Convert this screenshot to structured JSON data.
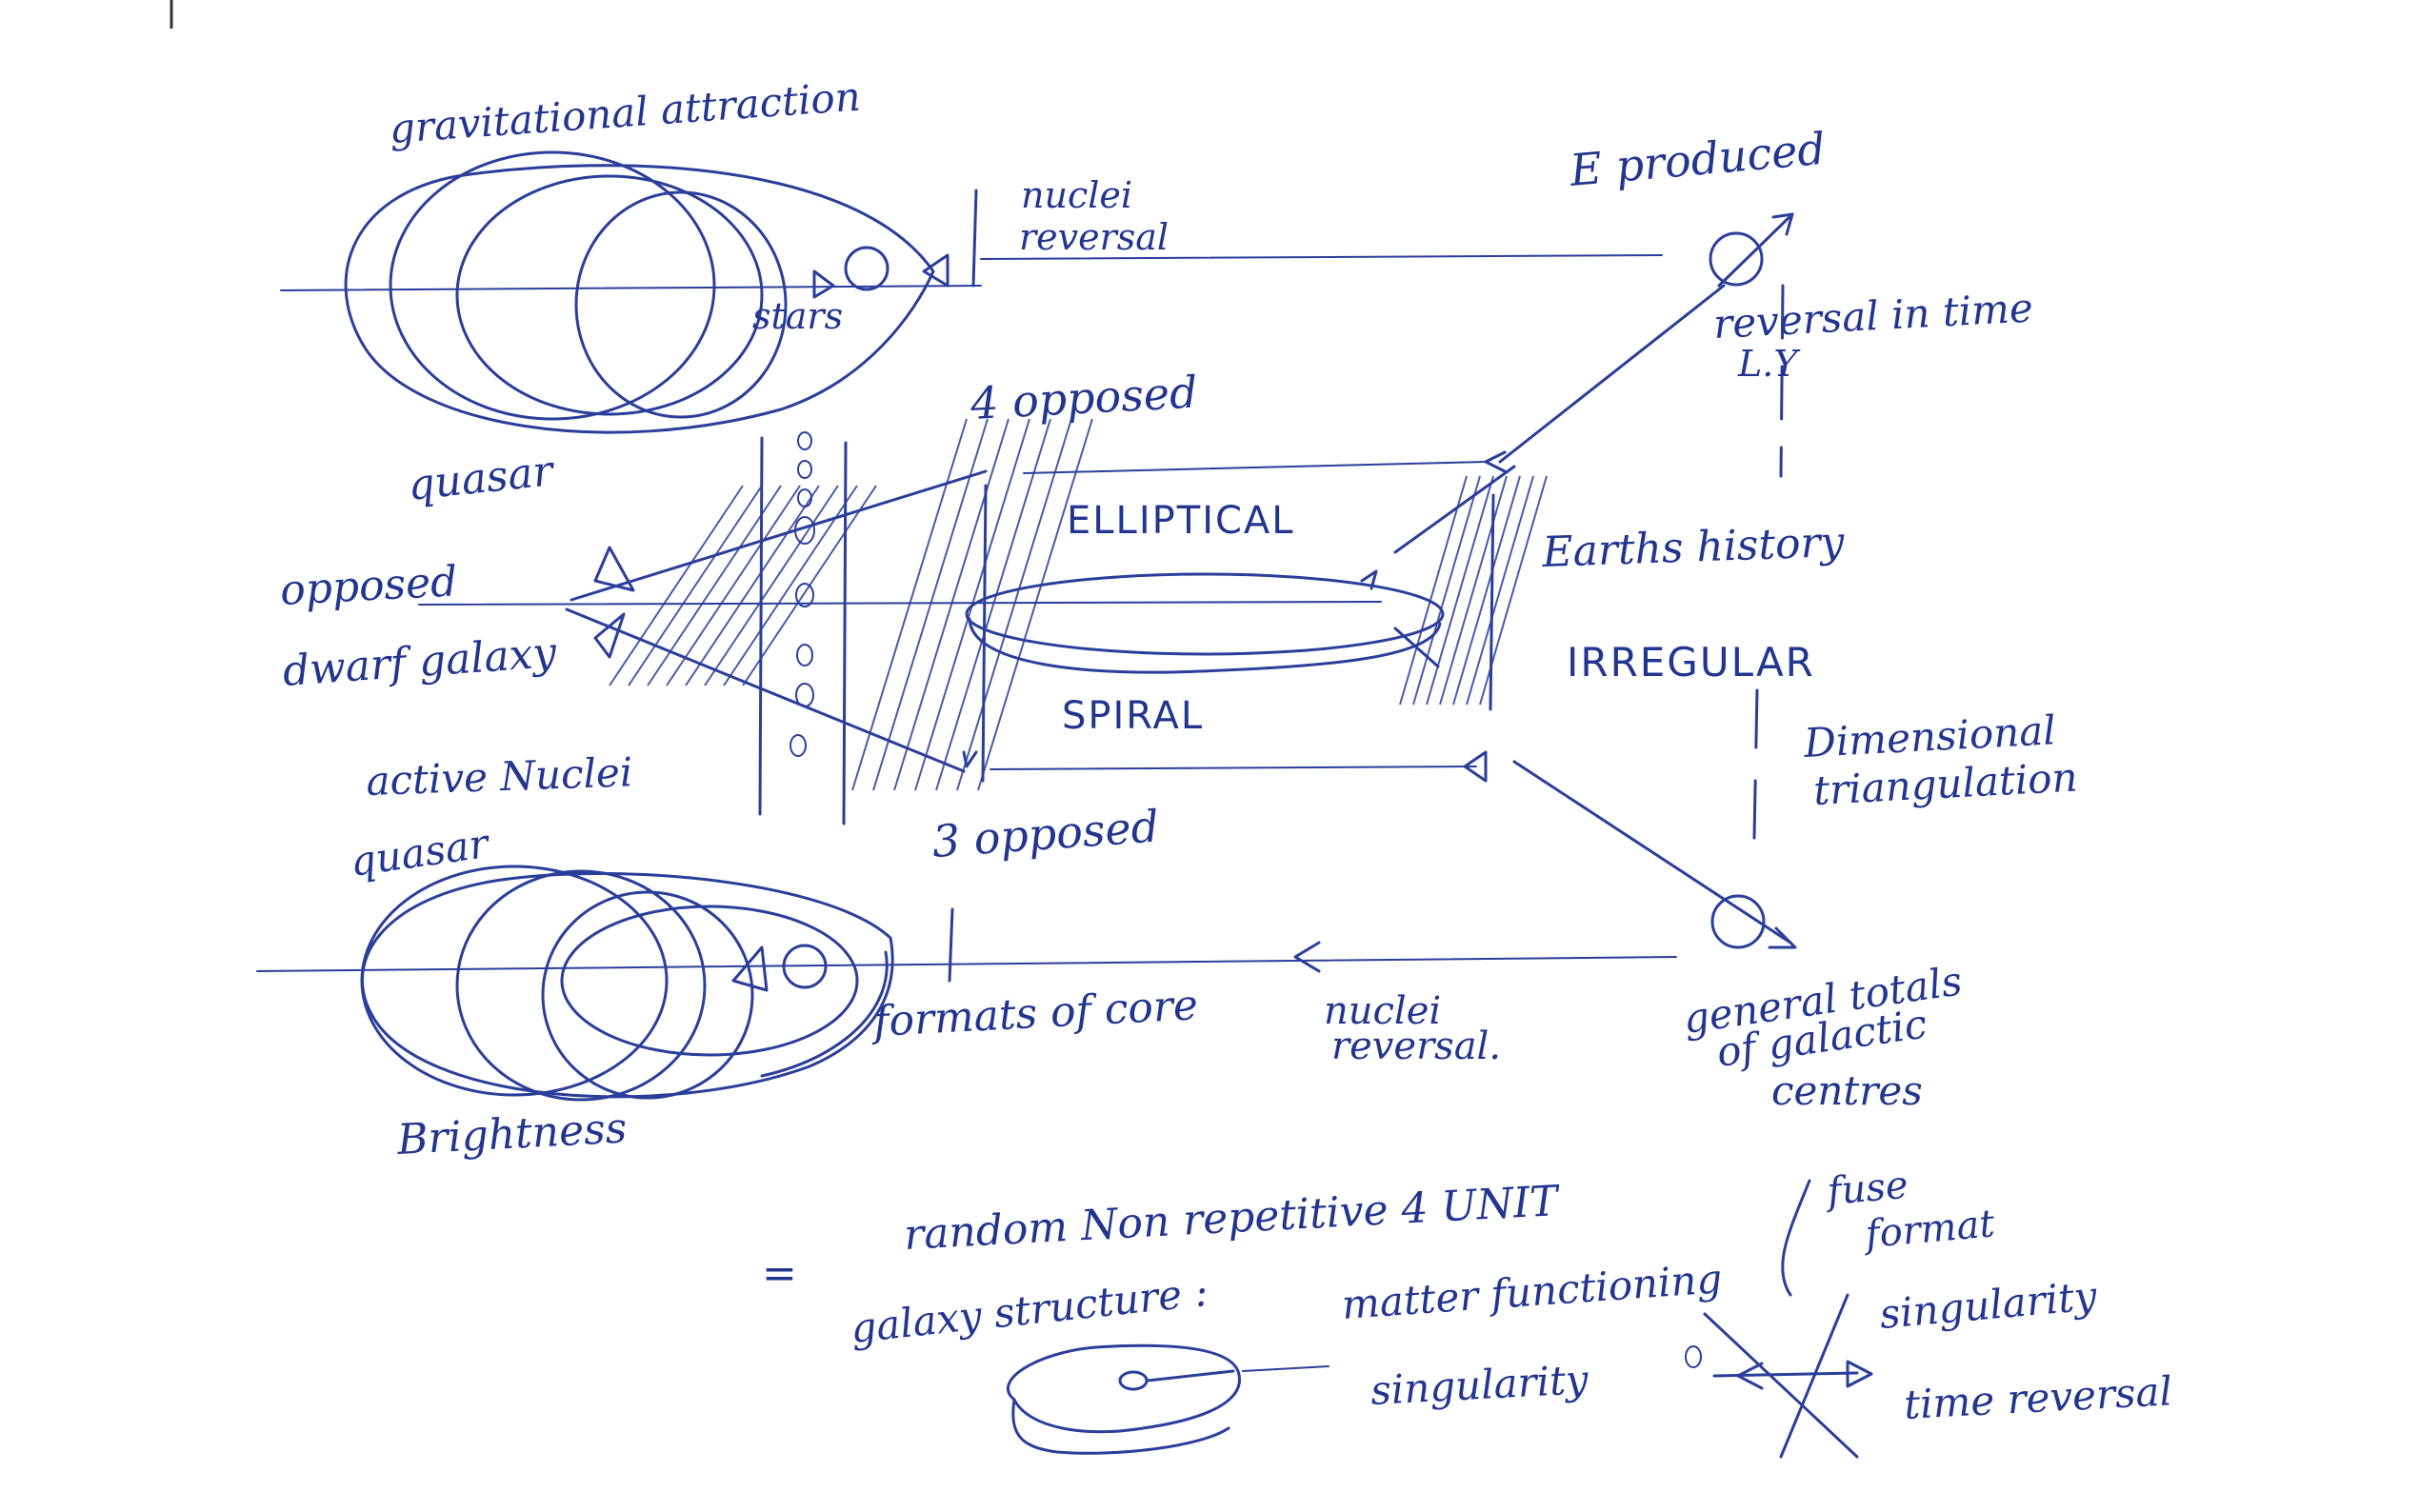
{
  "colors": {
    "ink": "#2b3e9a",
    "paper": "#ffffff"
  },
  "labels": {
    "gravitational_attraction": "gravitational attraction",
    "nuclei_reversal_top": "nuclei reversal",
    "stars": "stars",
    "quasar_top": "quasar",
    "e_produced": "E produced",
    "reversal_in_time": "reversal in time",
    "l_y": "L.Y",
    "four_opposed": "4 opposed",
    "elliptical": "ELLIPTICAL",
    "earths_history": "Earths history",
    "opposed_dwarf_1": "opposed",
    "opposed_dwarf_2": "dwarf galaxy",
    "irregular": "IRREGULAR",
    "spiral": "SPIRAL",
    "active_nuclei": "active Nuclei",
    "dimensional_1": "Dimensional",
    "dimensional_2": "triangulation",
    "quasar_bottom": "quasar",
    "three_opposed": "3 opposed",
    "formats_of_core": "formats of core",
    "nuclei_reversal_bottom_1": "nuclei",
    "nuclei_reversal_bottom_2": "reversal.",
    "general_totals_1": "general totals",
    "general_totals_2": "of galactic",
    "general_totals_3": "centres",
    "brightness": "Brightness",
    "equals_sign": "=",
    "random_line": "random Non repetitive 4 UNIT",
    "fuse": "fuse",
    "format": "format",
    "galaxy_structure": "galaxy structure :",
    "matter_functioning": "matter functioning",
    "singularity_left": "singularity",
    "singularity_right": "singularity",
    "time_reversal": "time reversal"
  }
}
